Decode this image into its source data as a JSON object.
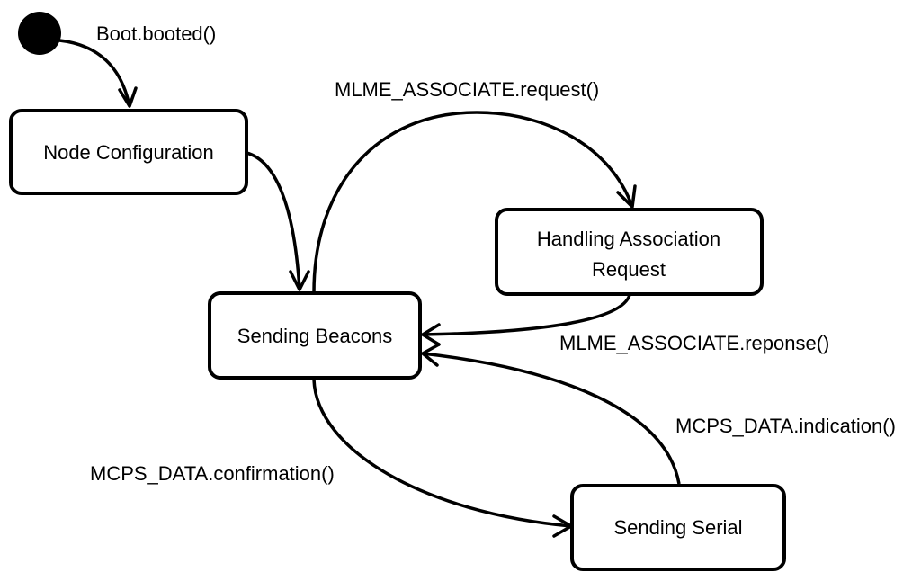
{
  "diagram": {
    "initial_state_color": "#000000",
    "nodes": {
      "node_configuration": "Node Configuration",
      "sending_beacons": "Sending Beacons",
      "handling_association_line1": "Handling Association",
      "handling_association_line2": "Request",
      "sending_serial": "Sending Serial"
    },
    "edges": {
      "boot_booted": "Boot.booted()",
      "mlme_associate_request": "MLME_ASSOCIATE.request()",
      "mlme_associate_reponse": "MLME_ASSOCIATE.reponse()",
      "mcps_data_confirmation": "MCPS_DATA.confirmation()",
      "mcps_data_indication": "MCPS_DATA.indication()"
    }
  }
}
